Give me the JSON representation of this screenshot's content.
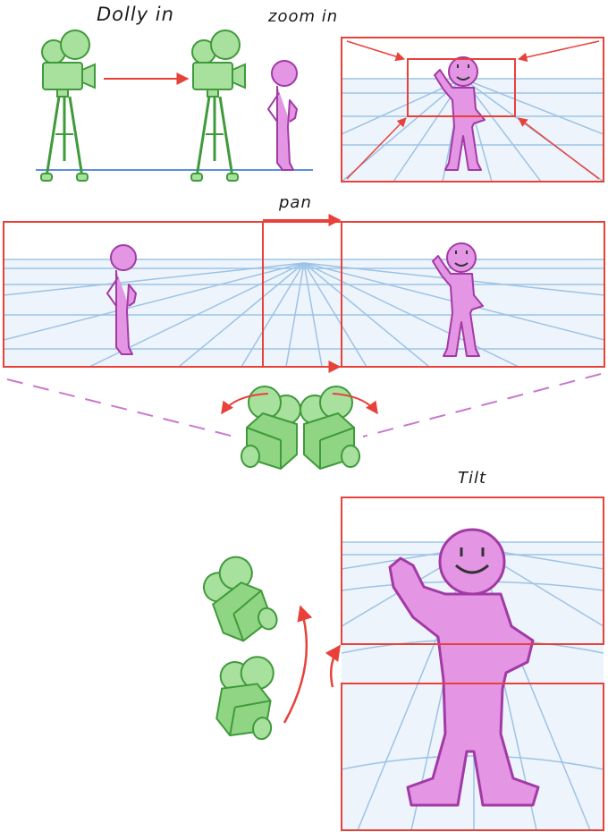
{
  "labels": {
    "dolly": "Dolly in",
    "zoom": "zoom in",
    "pan": "pan",
    "tilt": "Tilt"
  },
  "colors": {
    "camera": "#6cc464",
    "camera_stroke": "#3f9a3a",
    "camera_fill_light": "#a8e09e",
    "figure": "#e495e4",
    "figure_stroke": "#a23aa6",
    "frame": "#e8413a",
    "grid": "#9cc3e6",
    "grid_fill": "#eef4fb",
    "arrow": "#e8413a",
    "ground": "#5b8de0",
    "dash": "#c879cc"
  },
  "icons": [
    "camera-icon",
    "person-figure",
    "arrow-icon"
  ]
}
